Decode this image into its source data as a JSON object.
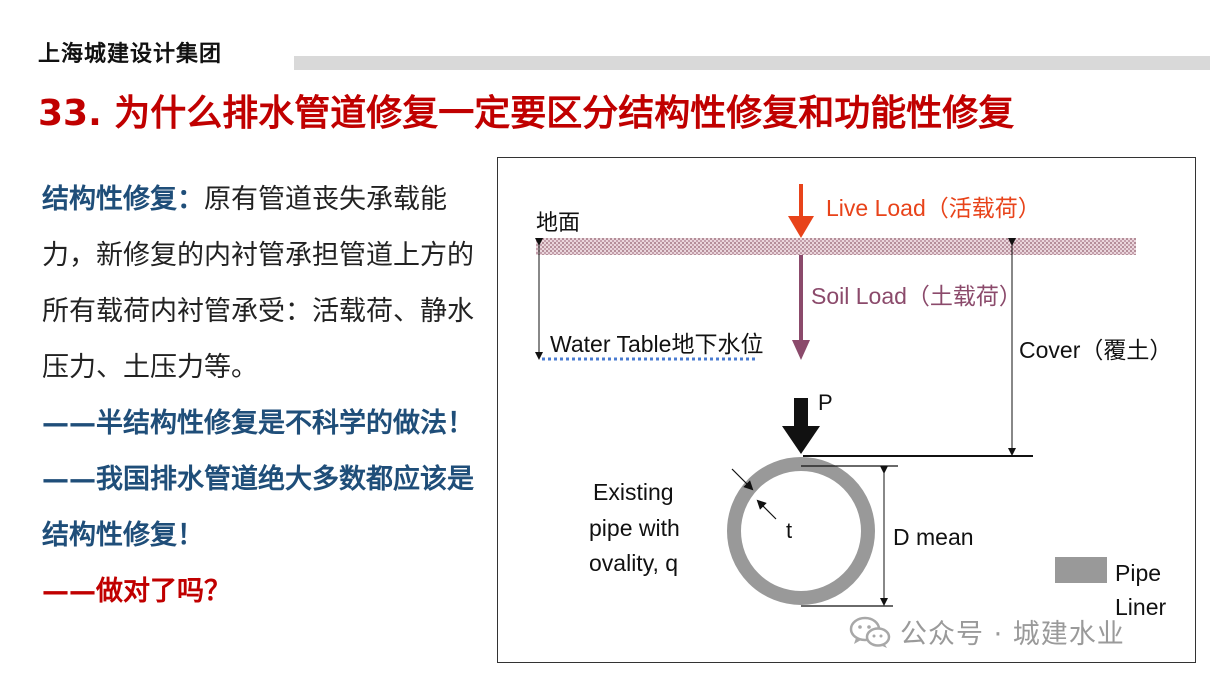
{
  "header": {
    "brand": "上海城建设计集团",
    "title": "33. 为什么排水管道修复一定要区分结构性修复和功能性修复"
  },
  "body": {
    "lead_label": "结构性修复：",
    "lead_text": "原有管道丧失承载能力，新修复的内衬管承担管道上方的所有载荷内衬管承受：活载荷、静水压力、土压力等。",
    "point_1": "——半结构性修复是不科学的做法！",
    "point_2": "——我国排水管道绝大多数都应该是结构性修复！",
    "point_3": "——做对了吗？"
  },
  "diagram": {
    "ground_label": "地面",
    "live_load": "Live Load（活载荷）",
    "soil_load": "Soil Load（土载荷）",
    "water_table": "Water Table地下水位",
    "cover": "Cover（覆土）",
    "p_label": "P",
    "existing_line1": "Existing",
    "existing_line2": "pipe with",
    "existing_line3": "ovality, q",
    "t_label": "t",
    "d_mean": "D mean",
    "legend_line1": "Pipe",
    "legend_line2": "Liner",
    "colors": {
      "live_load": "#e8431a",
      "soil_load": "#8b4a6b",
      "water_table": "#4a7bd0",
      "liner": "#999999"
    }
  },
  "watermark": {
    "text": "公众号 · 城建水业",
    "icon": "wechat-icon"
  }
}
